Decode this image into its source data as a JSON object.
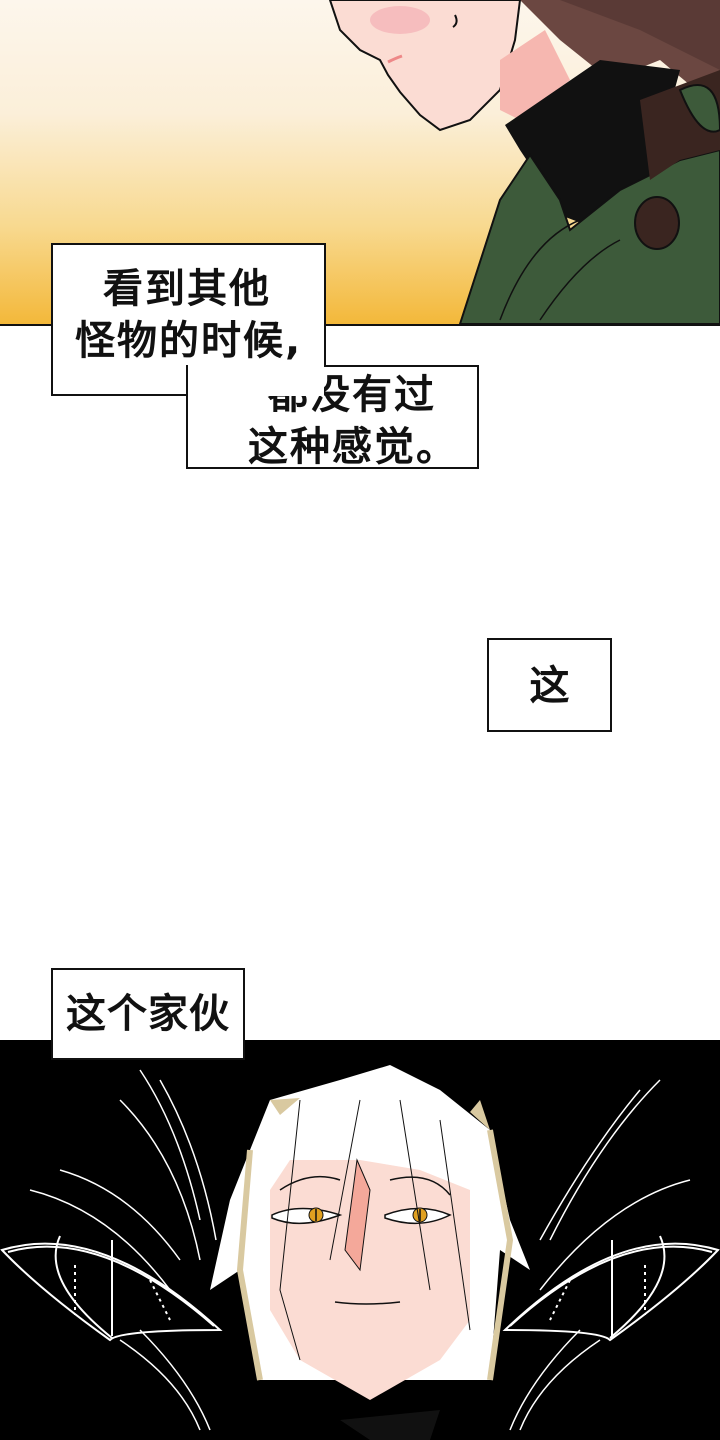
{
  "comic": {
    "panels": [
      {
        "id": "panel-1",
        "scene": "boy with brown hair, black turtleneck and green cloak, blushing, looking down",
        "background": "warm yellow-orange gradient"
      },
      {
        "id": "panel-2",
        "scene": "white empty space with narration captions"
      },
      {
        "id": "panel-3",
        "scene": "white-haired man with golden slit eyes, monster eyes in the darkness behind",
        "background": "black"
      }
    ],
    "captions": {
      "caption_1": {
        "lines": [
          "看到其他",
          "怪物的时候,"
        ]
      },
      "caption_2": {
        "lines": [
          "都没有过",
          "这种感觉。"
        ]
      },
      "caption_3": {
        "lines": [
          "这"
        ]
      },
      "caption_4": {
        "lines": [
          "这个家伙"
        ]
      }
    },
    "colors": {
      "sky_light": "#fdf6ec",
      "sky_warm": "#f3b83a",
      "cloak_green": "#3d5a3a",
      "cloak_brown": "#3a2520",
      "turtleneck": "#111111",
      "hair_brown": "#6b4741",
      "skin": "#fbdcd3",
      "night_bg": "#000000",
      "white_hair": "#ffffff",
      "hair_shadow": "#d9c9a0",
      "eye_gold": "#e0a020"
    }
  }
}
